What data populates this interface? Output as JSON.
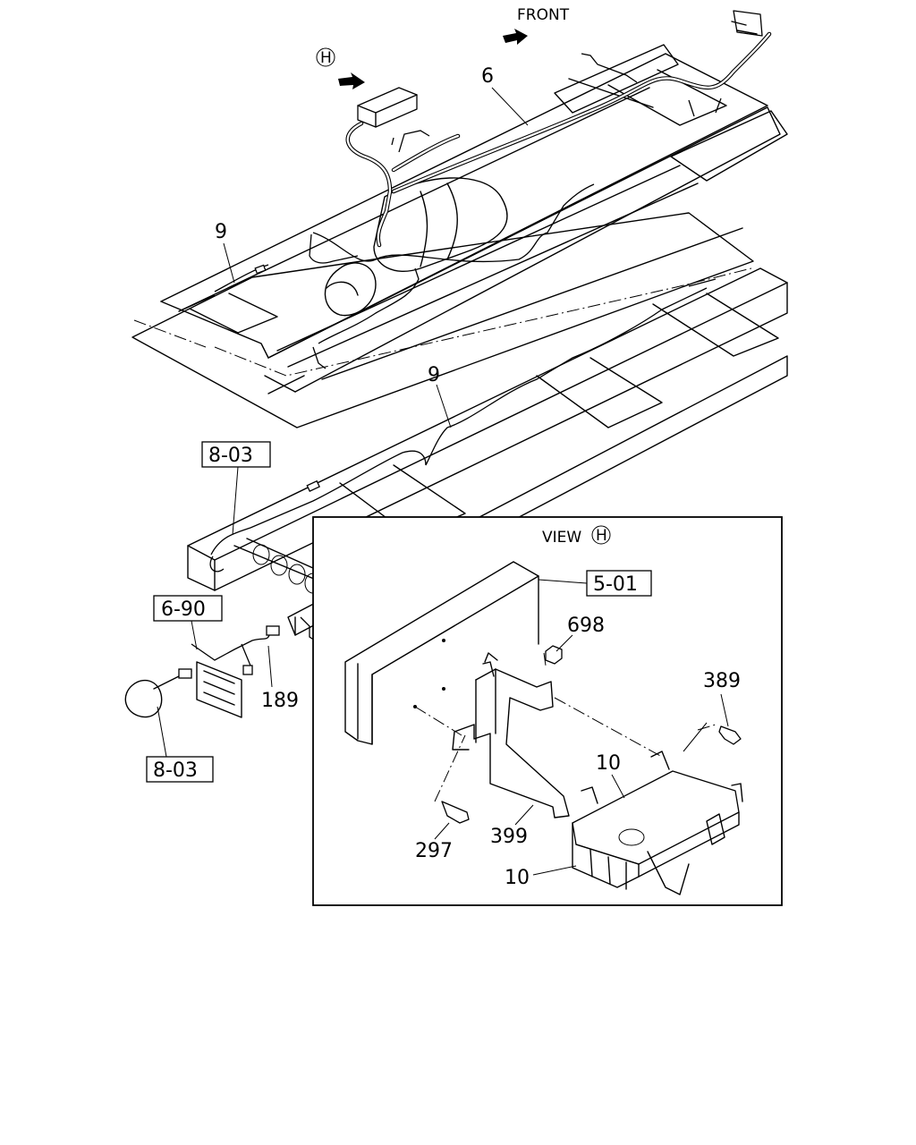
{
  "front_label": "FRONT",
  "view_marker": "H",
  "view_title": "VIEW",
  "references": {
    "ref_8_03_top": "8-03",
    "ref_6_90": "6-90",
    "ref_8_03_bottom": "8-03",
    "ref_5_01": "5-01"
  },
  "callouts": {
    "c6": "6",
    "c9_upper": "9",
    "c9_lower": "9",
    "c189": "189",
    "c698": "698",
    "c389": "389",
    "c10_top": "10",
    "c10_bottom": "10",
    "c297": "297",
    "c399": "399"
  }
}
